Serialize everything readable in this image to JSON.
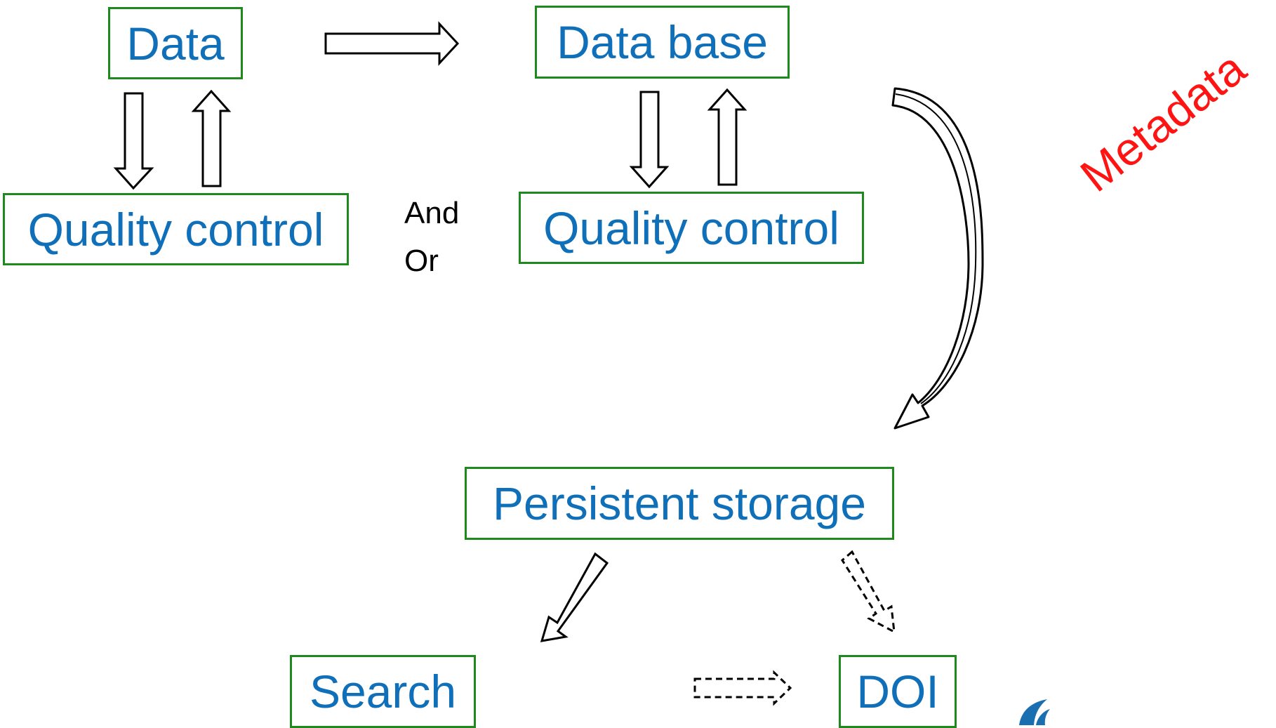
{
  "diagram": {
    "nodes": {
      "data": "Data",
      "quality_control_1": "Quality control",
      "database": "Data base",
      "quality_control_2": "Quality control",
      "persistent_storage": "Persistent storage",
      "search": "Search",
      "doi": "DOI"
    },
    "connector": {
      "and": "And",
      "or": "Or"
    },
    "curved_arrow_label": "Metadata"
  },
  "colors": {
    "box_border": "#1e8a1e",
    "box_text": "#0f6fb8",
    "metadata_text": "#ff1414",
    "arrow_stroke": "#000000",
    "logo": "#1a6fb0"
  },
  "icons": {
    "logo": "institution-logo-icon"
  }
}
